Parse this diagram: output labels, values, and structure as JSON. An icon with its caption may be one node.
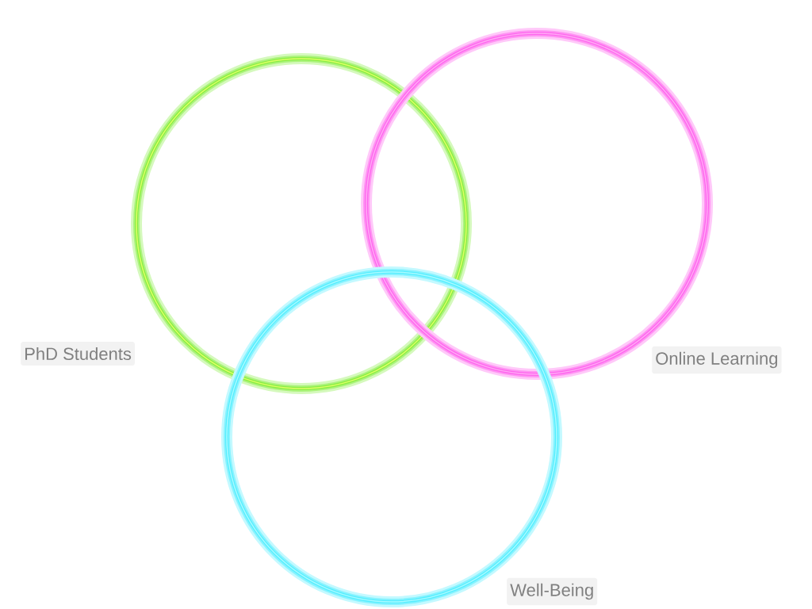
{
  "diagram": {
    "nodes": [
      {
        "text": [],
        "shape": "circle",
        "beside": [
          "PhD Students"
        ]
      },
      {
        "text": [],
        "shape": "circle",
        "beside": [
          "Online Learning"
        ]
      },
      {
        "text": [],
        "shape": "circle",
        "beside": [
          "Well-Being"
        ]
      }
    ]
  }
}
